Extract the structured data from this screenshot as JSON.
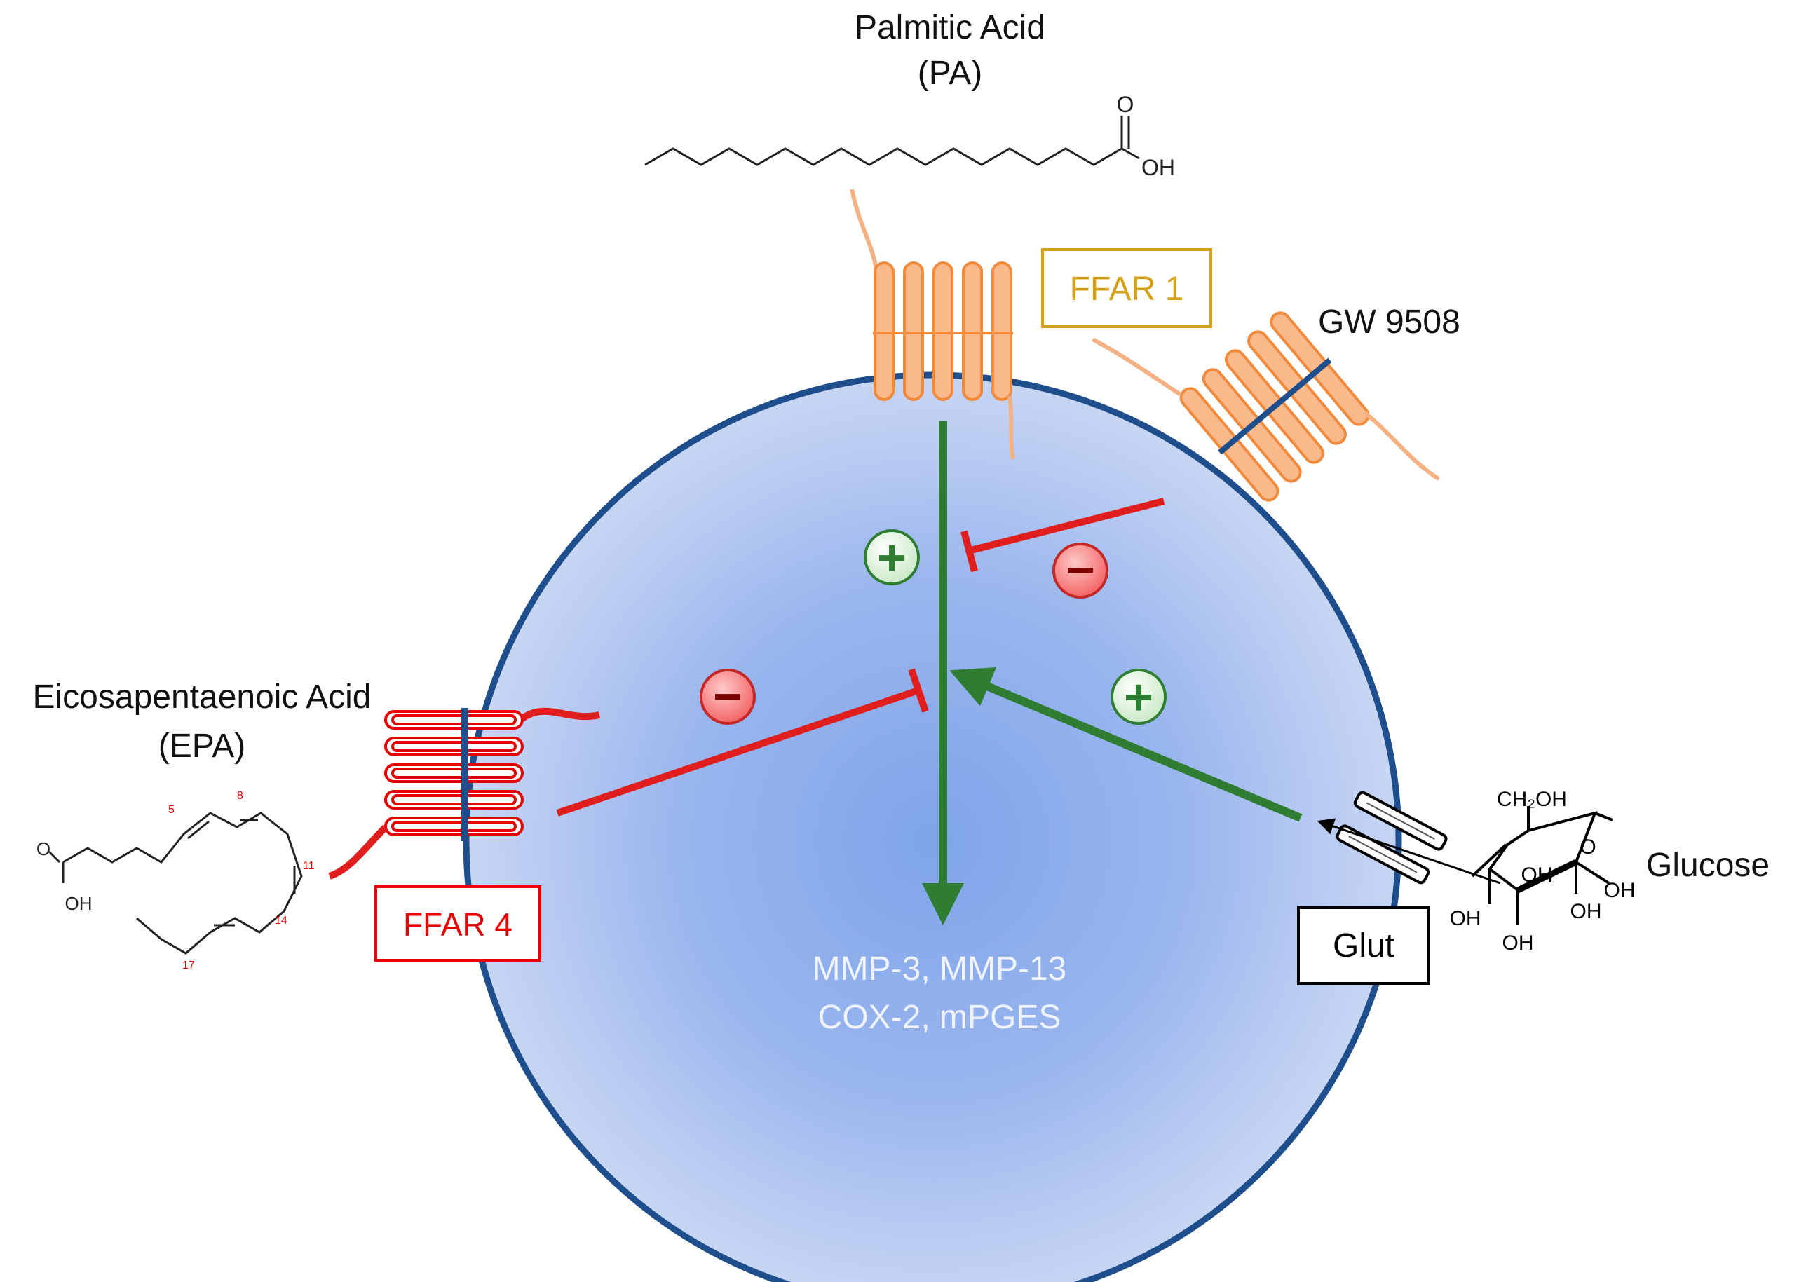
{
  "ligands": {
    "pa": {
      "name": "Palmitic Acid",
      "abbr": "(PA)"
    },
    "epa": {
      "name": "Eicosapentaenoic Acid",
      "abbr": "(EPA)"
    },
    "gw": {
      "name": "GW 9508"
    },
    "glucose": {
      "name": "Glucose"
    }
  },
  "receptors": {
    "ffar1": {
      "label": "FFAR 1",
      "color": "#d4a017"
    },
    "ffar4": {
      "label": "FFAR 4",
      "color": "#e60000"
    },
    "glut": {
      "label": "Glut",
      "color": "#000000"
    }
  },
  "outputs": {
    "line1": "MMP-3, MMP-13",
    "line2": "COX-2, mPGES"
  },
  "chem": {
    "pa": {
      "o": "O",
      "oh": "OH"
    },
    "epa": {
      "o": "O",
      "oh": "OH",
      "positions": [
        "5",
        "8",
        "11",
        "14",
        "17"
      ]
    },
    "glucose": {
      "ch2oh": "CH₂OH",
      "o": "O",
      "oh": [
        "OH",
        "OH",
        "OH",
        "OH",
        "OH"
      ]
    }
  },
  "effects": {
    "activation": "+",
    "inhibition": "−"
  },
  "colors": {
    "cell_fill_center": "#8aaeea",
    "cell_fill_edge": "#c9d7f3",
    "cell_border": "#1f4e8c",
    "activation": "#2e7d32",
    "inhibition": "#e01e1e",
    "receptor_orange": "#f4a460",
    "output_text": "#eef3ff"
  }
}
